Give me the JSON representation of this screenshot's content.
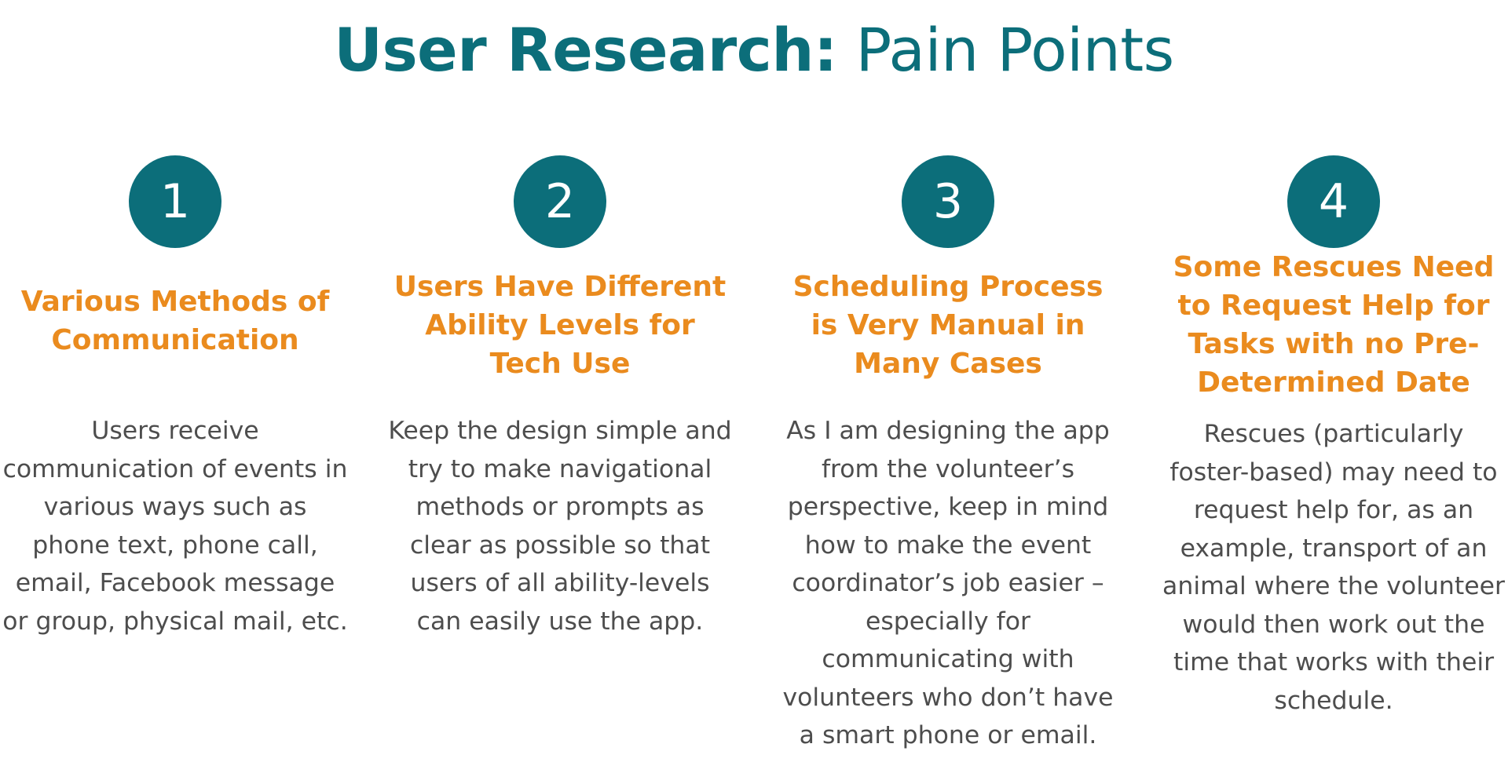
{
  "title": {
    "bold": "User Research:",
    "light": "Pain Points"
  },
  "colors": {
    "teal": "#0c6e7a",
    "orange": "#ea8b1e",
    "body": "#4d4d4d"
  },
  "points": [
    {
      "number": "1",
      "heading": "Various Methods of Communication",
      "body": "Users receive communication of events in various ways such as phone text, phone call, email, Facebook message or group, physical mail, etc."
    },
    {
      "number": "2",
      "heading": "Users Have Different Ability Levels for Tech Use",
      "body": "Keep the design simple and try to make navigational methods or prompts as clear as possible so that users of all ability-levels can easily use the app."
    },
    {
      "number": "3",
      "heading": "Scheduling Process is Very Manual in Many Cases",
      "body": "As I am designing the app from the volunteer’s perspective, keep in mind how to make the event coordinator’s job easier – especially for communicating with volunteers who don’t have a smart phone or email."
    },
    {
      "number": "4",
      "heading": "Some Rescues Need to Request Help for Tasks with no Pre-Determined Date",
      "body": "Rescues (particularly foster-based) may need to request help for, as an example, transport of an animal where the volunteer would then work out the time that works with their schedule."
    }
  ]
}
